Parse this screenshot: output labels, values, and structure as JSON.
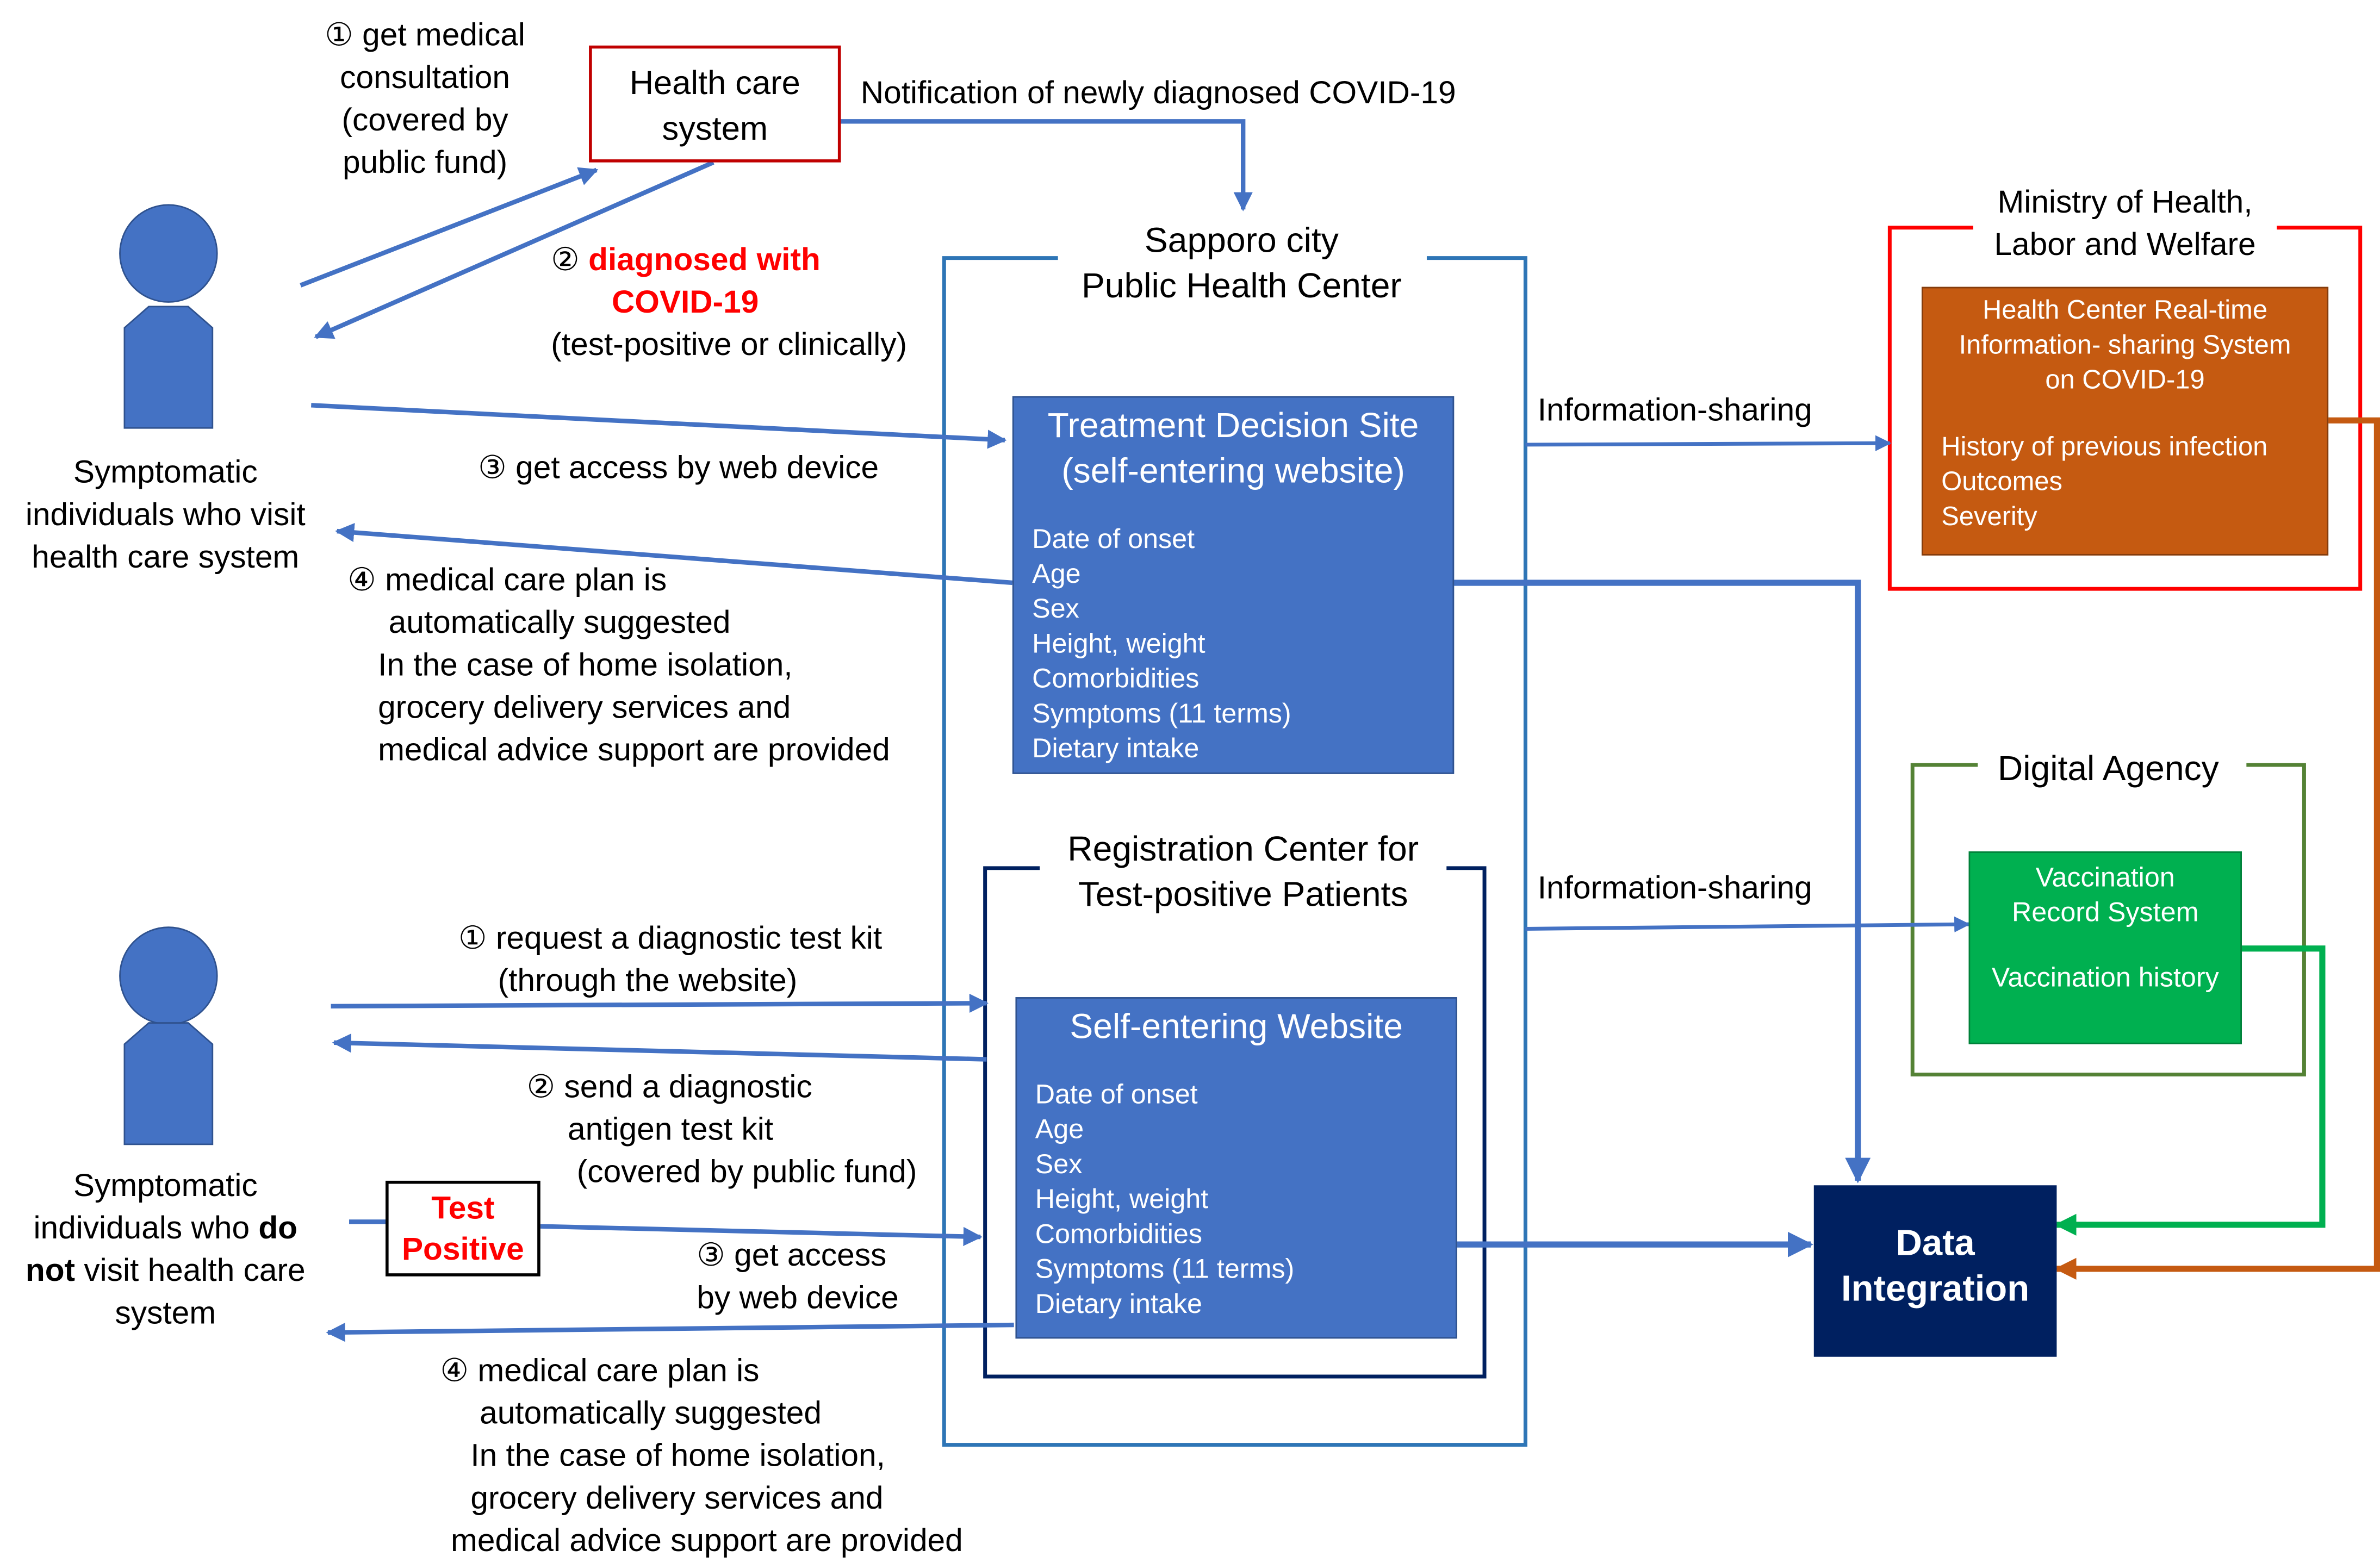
{
  "colors": {
    "arrow_blue": "#4472c4",
    "box_blue": "#4472c4",
    "outline_blue": "#2e75b6",
    "navy": "#002060",
    "red": "#ff0000",
    "orange": "#c55a11",
    "green": "#00b050",
    "olive": "#548235"
  },
  "health_care_system": {
    "line1": "Health care",
    "line2": "system"
  },
  "notification": "Notification of newly diagnosed COVID-19",
  "upper_person": {
    "icon": "person-icon",
    "line1": "Symptomatic",
    "line2": "individuals who visit",
    "line3": "health care system"
  },
  "upper_steps": {
    "s1": {
      "line1": "① get medical",
      "line2": "consultation",
      "line3": "(covered by",
      "line4": "public fund)"
    },
    "s2": {
      "prefix": "② ",
      "red1": "diagnosed with",
      "red2": "COVID-19",
      "line3": "(test-positive or clinically)"
    },
    "s3": "③ get access by web device",
    "s4": {
      "line1": "④ medical care plan is",
      "line2": "automatically suggested",
      "line3": "In the case of home isolation,",
      "line4": "grocery delivery services and",
      "line5": "medical advice support are provided"
    }
  },
  "public_health_center": {
    "line1": "Sapporo city",
    "line2": "Public Health Center"
  },
  "treatment_site": {
    "title1": "Treatment Decision Site",
    "title2": "(self-entering website)",
    "fields": [
      "Date of onset",
      "Age",
      "Sex",
      "Height, weight",
      "Comorbidities",
      "Symptoms (11 terms)",
      "Dietary intake"
    ]
  },
  "registration_center": {
    "line1": "Registration Center for",
    "line2": "Test-positive Patients"
  },
  "self_entering": {
    "title": "Self-entering Website",
    "fields": [
      "Date of onset",
      "Age",
      "Sex",
      "Height, weight",
      "Comorbidities",
      "Symptoms (11 terms)",
      "Dietary intake"
    ]
  },
  "lower_person": {
    "icon": "person-icon",
    "line1": "Symptomatic",
    "line2_pre": "individuals who ",
    "line2_bold": "do",
    "line3_bold": "not",
    "line3_post": " visit health care",
    "line4": "system"
  },
  "test_positive": {
    "line1": "Test",
    "line2": "Positive"
  },
  "lower_steps": {
    "s1": {
      "line1": "① request a diagnostic test kit",
      "line2": "(through the website)"
    },
    "s2": {
      "line1": "② send a diagnostic",
      "line2": "antigen test kit",
      "line3": "(covered by public fund)"
    },
    "s3": {
      "line1": "③ get access",
      "line2": "by web device"
    },
    "s4": {
      "line1": "④ medical care plan is",
      "line2": "automatically suggested",
      "line3": "In the case of home isolation,",
      "line4": "grocery delivery services and",
      "line5": "medical advice support are provided"
    }
  },
  "info_sharing_top": "Information-sharing",
  "info_sharing_bottom": "Information-sharing",
  "ministry": {
    "line1": "Ministry of Health,",
    "line2": "Labor and Welfare",
    "system1": "Health Center Real-time",
    "system2": "Information- sharing System",
    "system3": "on COVID-19",
    "items": [
      "History of previous infection",
      "Outcomes",
      "Severity"
    ]
  },
  "digital_agency": {
    "title": "Digital Agency",
    "system1": "Vaccination",
    "system2": "Record System",
    "item": "Vaccination history"
  },
  "data_integration": {
    "line1": "Data",
    "line2": "Integration"
  }
}
